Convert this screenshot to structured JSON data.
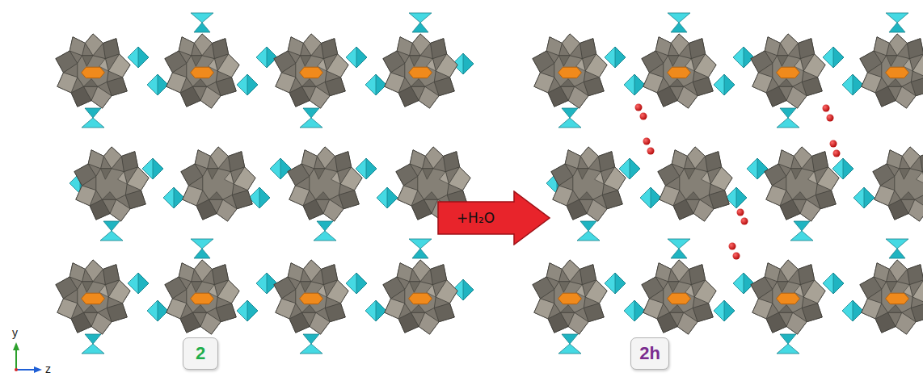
{
  "diagram": {
    "nodes": [
      {
        "text": [
          "2"
        ]
      },
      {
        "text": [
          "+H₂O"
        ]
      },
      {
        "text": [
          "2h"
        ]
      }
    ],
    "labels": [
      "y",
      "z"
    ]
  }
}
